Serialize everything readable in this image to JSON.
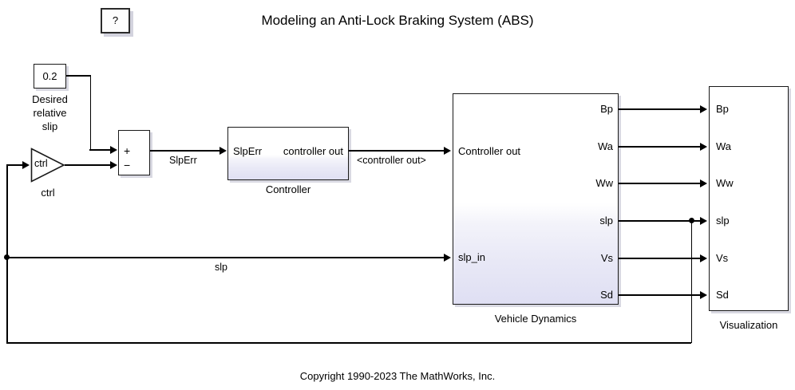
{
  "page": {
    "title": "Modeling an Anti-Lock Braking System (ABS)",
    "copyright": "Copyright 1990-2023 The MathWorks, Inc."
  },
  "help_block": {
    "glyph": "?"
  },
  "blocks": {
    "constant": {
      "value": "0.2",
      "label": "Desired\nrelative\nslip"
    },
    "gain": {
      "value": "ctrl",
      "label": "ctrl"
    },
    "sum": {
      "plus": "+",
      "minus": "−"
    },
    "controller": {
      "label": "Controller",
      "inputs": [
        "SlpErr"
      ],
      "outputs": [
        "controller out"
      ]
    },
    "vehicle_dynamics": {
      "label": "Vehicle Dynamics",
      "inputs": [
        "Controller out",
        "slp_in"
      ],
      "outputs": [
        "Bp",
        "Wa",
        "Ww",
        "slp",
        "Vs",
        "Sd"
      ]
    },
    "visualization": {
      "label": "Visualization",
      "inputs": [
        "Bp",
        "Wa",
        "Ww",
        "slp",
        "Vs",
        "Sd"
      ]
    }
  },
  "signals": {
    "slperr": "SlpErr",
    "controller_out": "<controller out>",
    "slp_feedback": "slp"
  },
  "colors": {
    "line": "#000000",
    "block_border": "#1a1a1a",
    "subsystem_gradient_bottom": "#dfdff3",
    "background": "#ffffff"
  }
}
